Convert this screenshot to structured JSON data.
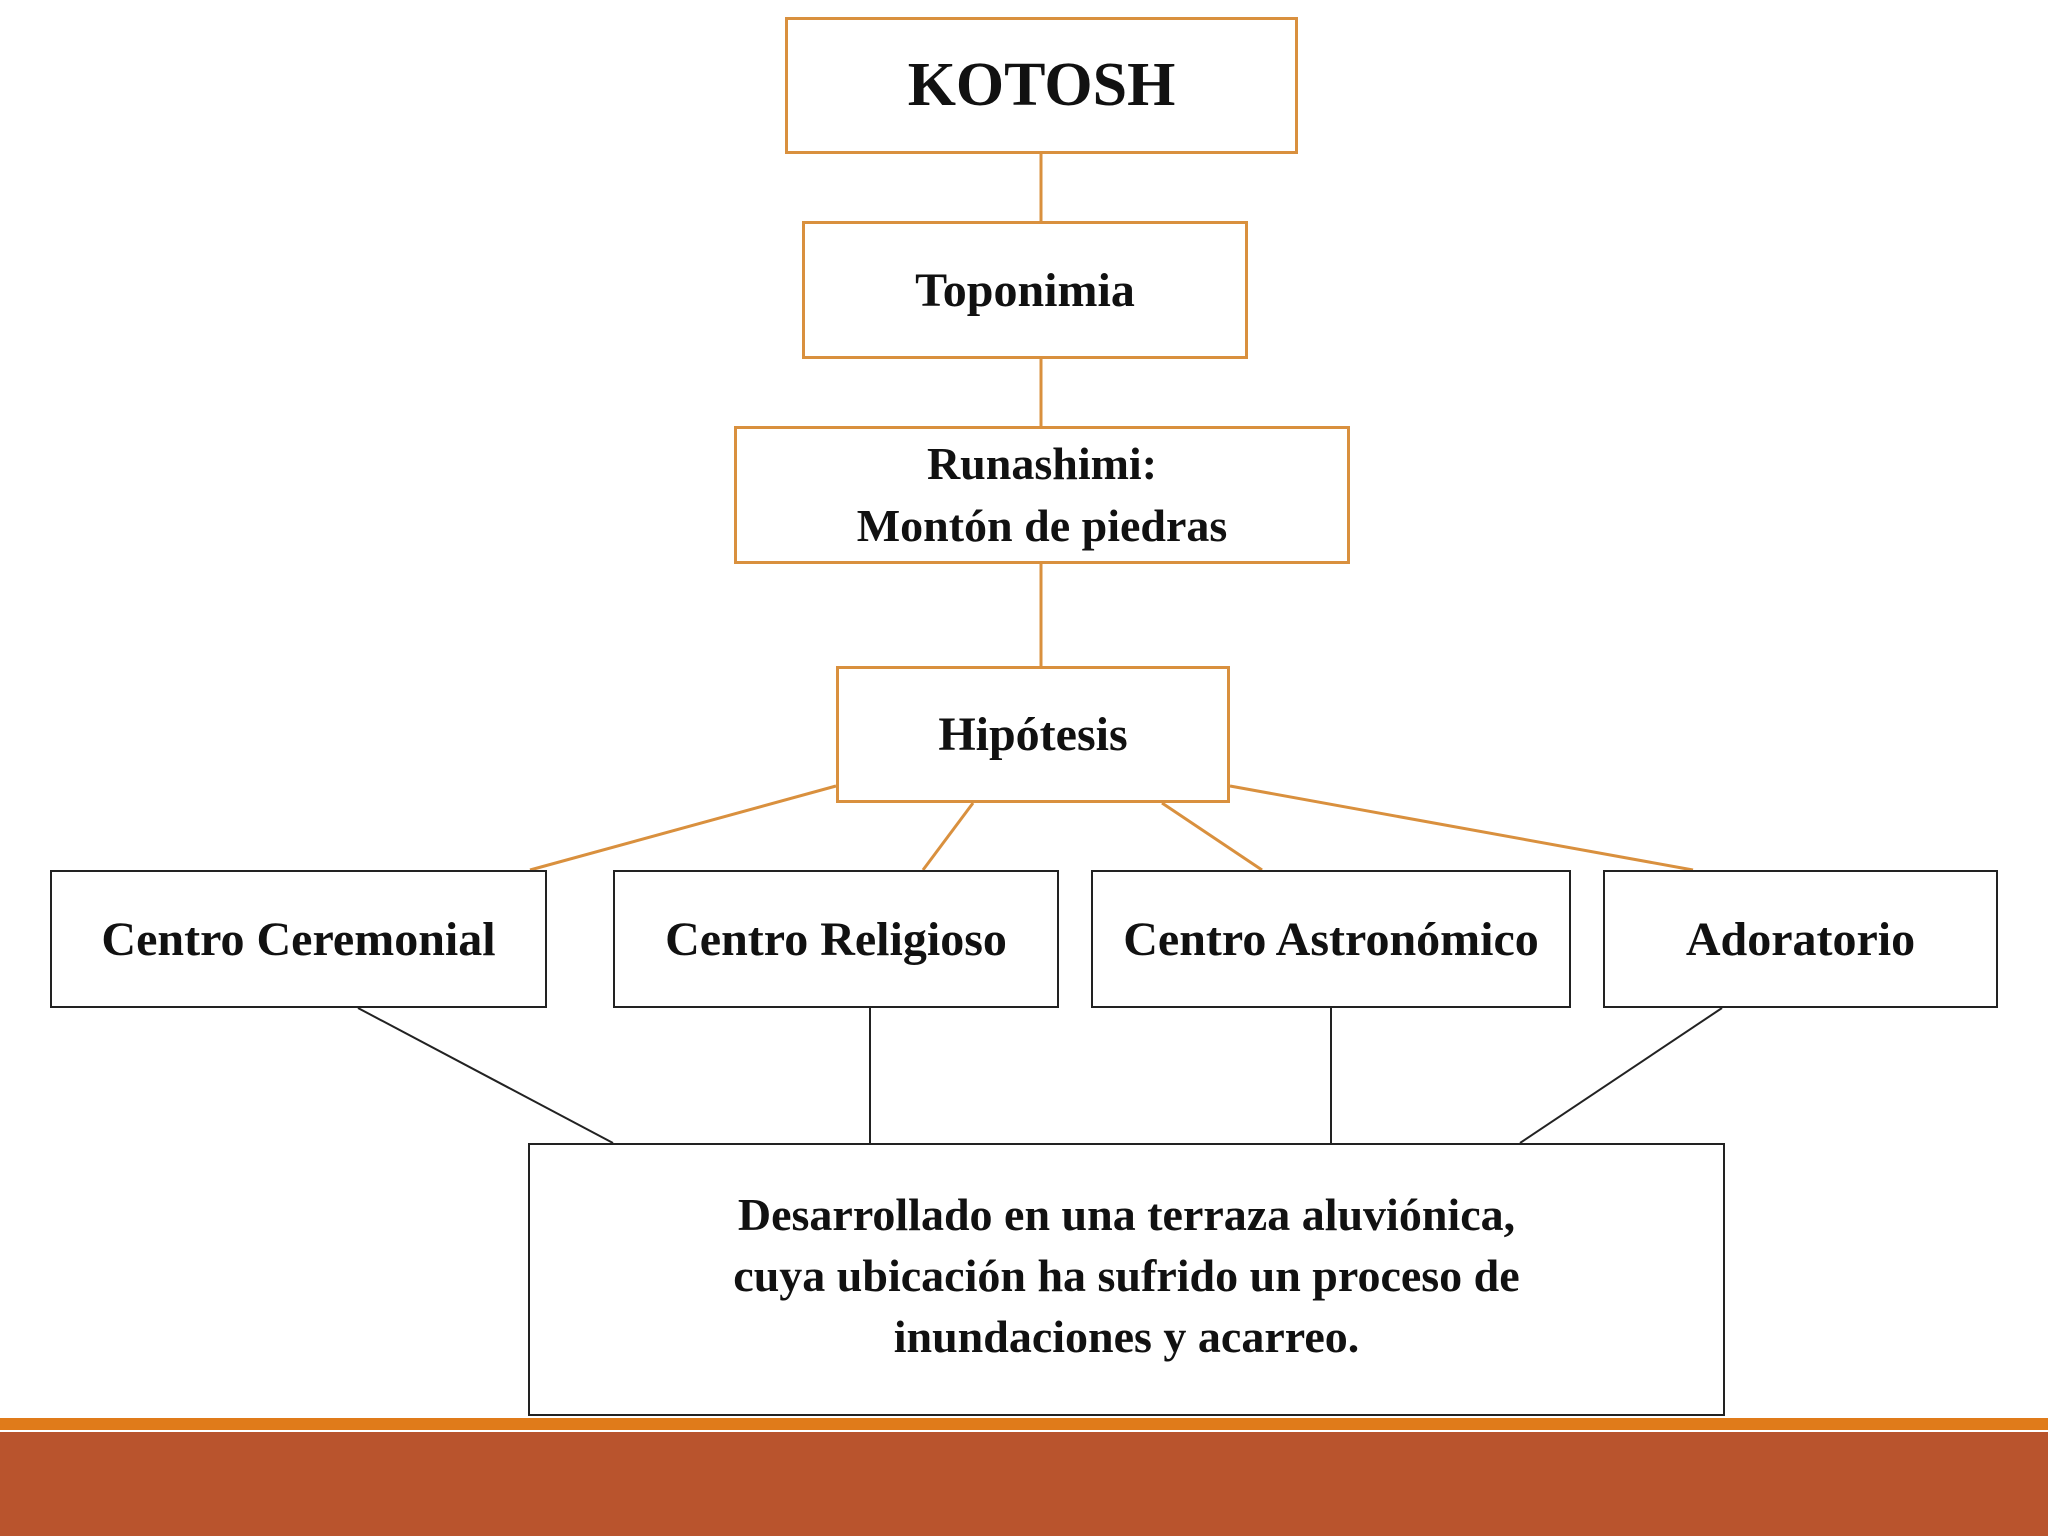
{
  "diagram": {
    "root": "KOTOSH",
    "level1": "Toponimia",
    "level2": "Runashimi:\nMontón de piedras",
    "level3": "Hipótesis",
    "hypotheses": [
      "Centro Ceremonial",
      "Centro Religioso",
      "Centro Astronómico",
      "Adoratorio"
    ],
    "description": "Desarrollado en una terraza aluviónica,\n cuya ubicación ha sufrido un proceso de\ninundaciones y acarreo."
  },
  "colors": {
    "orange_border": "#d9903e",
    "black_border": "#222222",
    "footer_accent": "#e07b1a",
    "footer_band": "#b9542d"
  }
}
